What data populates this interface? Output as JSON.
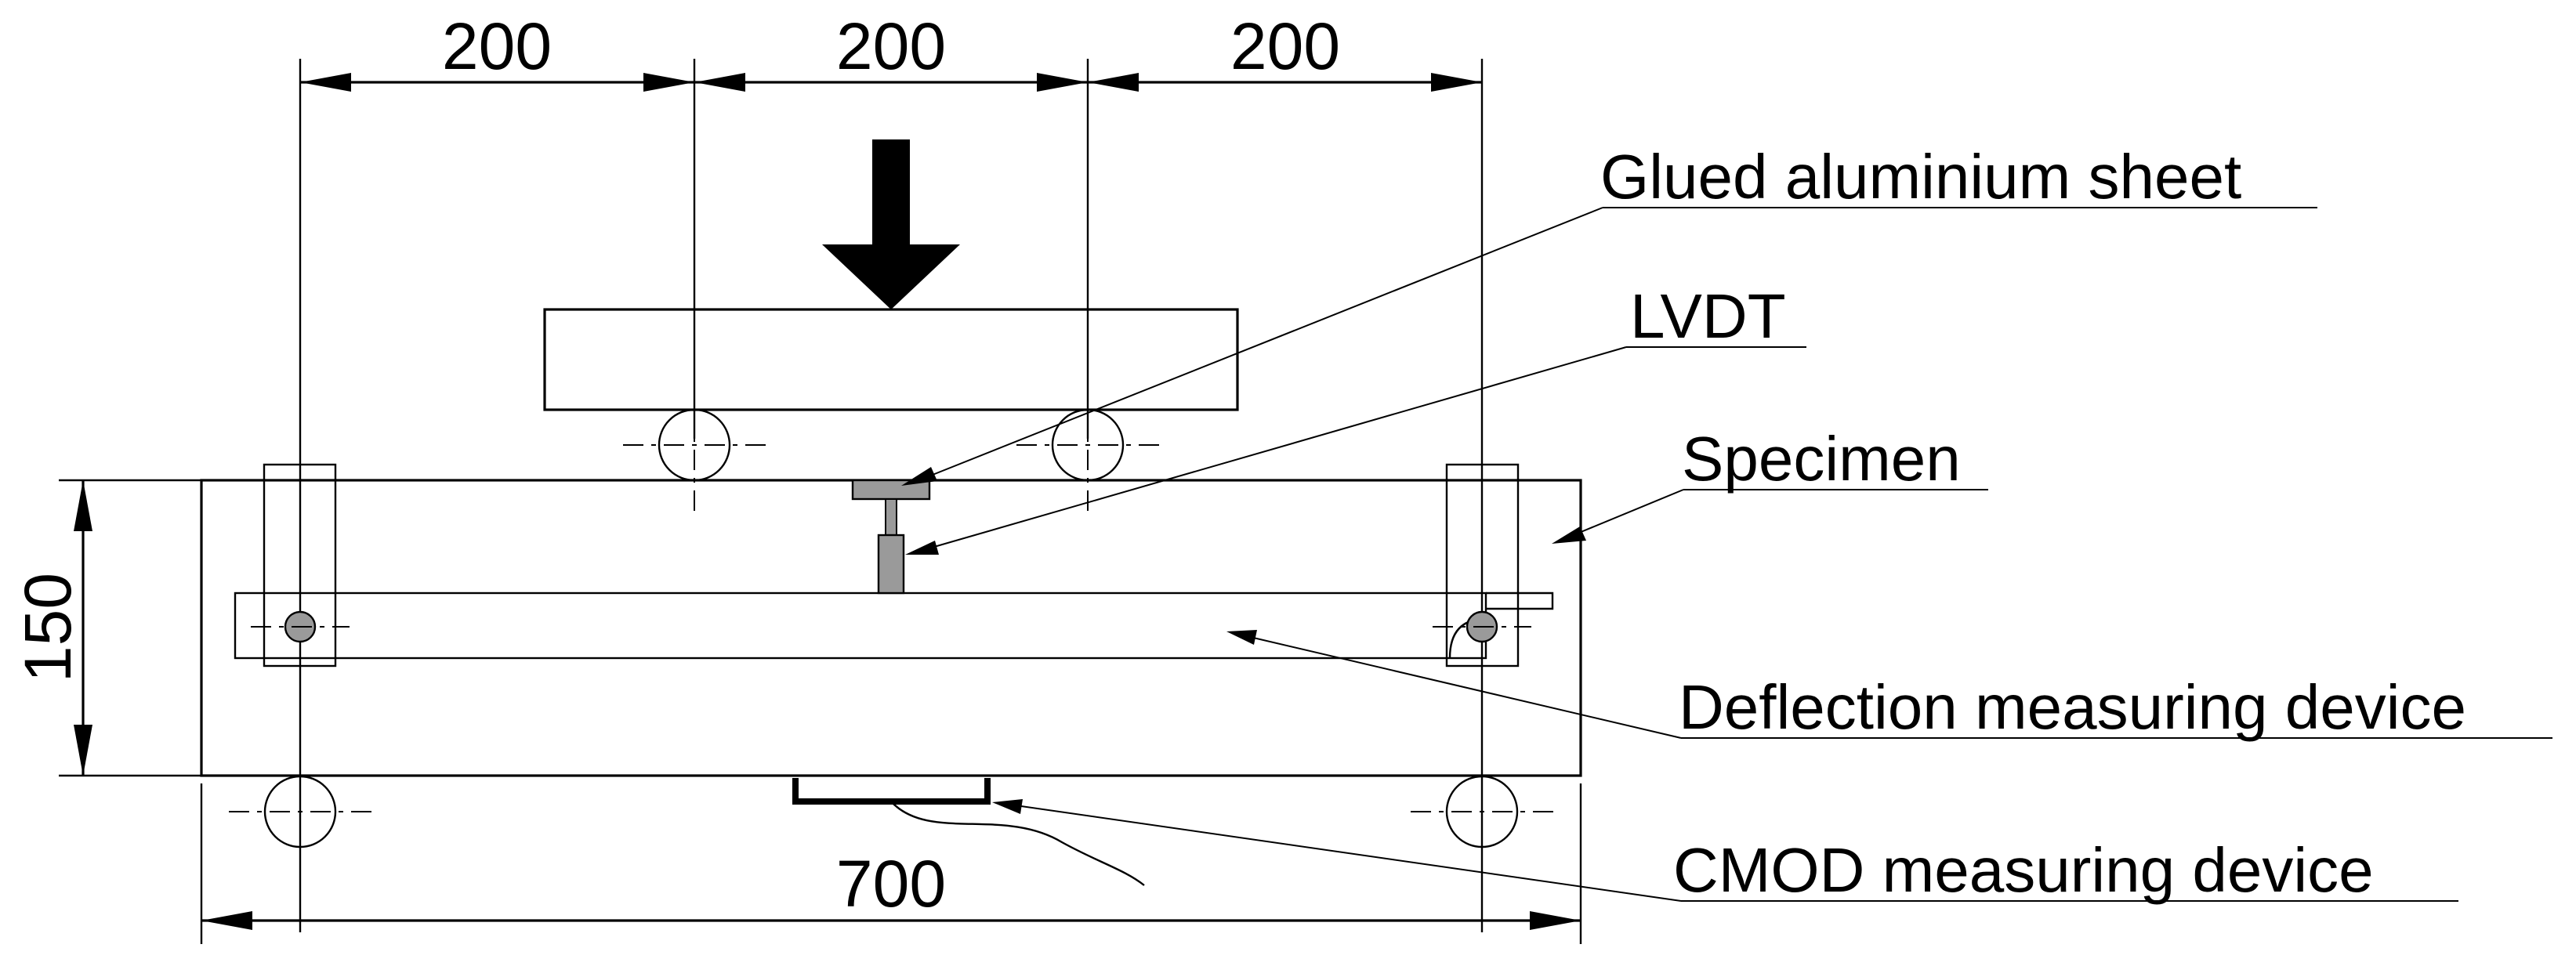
{
  "dimensions": {
    "span1": "200",
    "span2": "200",
    "span3": "200",
    "height": "150",
    "length": "700"
  },
  "labels": {
    "aluminium_sheet": "Glued aluminium sheet",
    "lvdt": "LVDT",
    "specimen": "Specimen",
    "deflection_device": "Deflection measuring device",
    "cmod_device": "CMOD measuring device"
  },
  "colors": {
    "specimen_fill": "#dcdcdc",
    "device_fill": "#ffffff",
    "lvdt_fill": "#9a9a9a",
    "line": "#000000"
  }
}
